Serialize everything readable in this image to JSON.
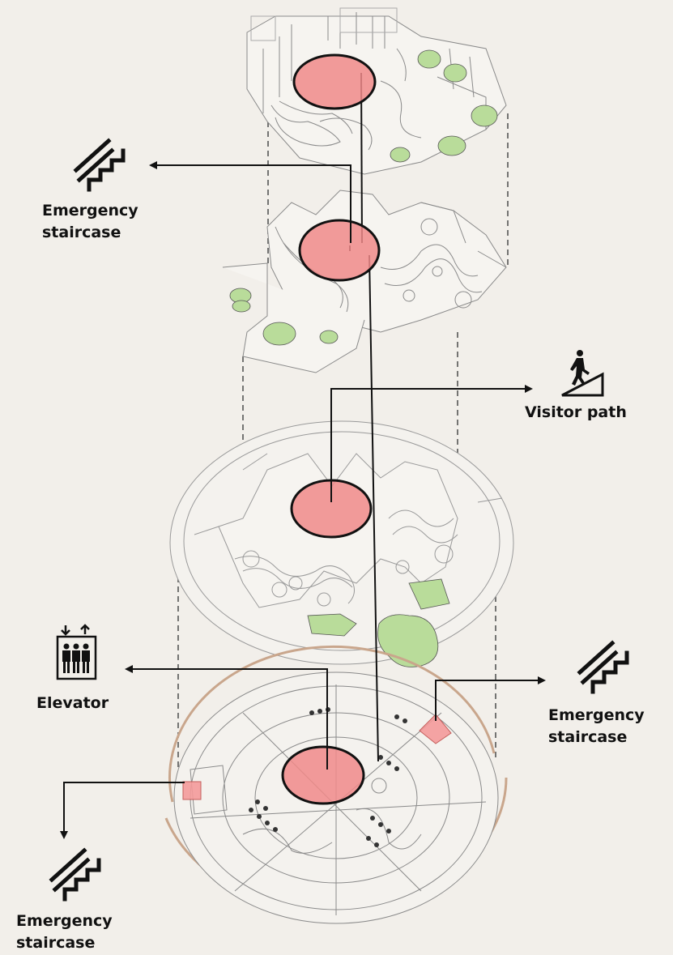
{
  "labels": {
    "stair_top_left": [
      "Emergency",
      "staircase"
    ],
    "visitor_path": "Visitor path",
    "elevator": "Elevator",
    "stair_right": [
      "Emergency",
      "staircase"
    ],
    "stair_bottom_left": [
      "Emergency",
      "staircase"
    ]
  },
  "icons": {
    "stair_top_left": "emergency-staircase-icon",
    "visitor_path": "visitor-path-icon",
    "elevator": "elevator-icon",
    "stair_right": "emergency-staircase-icon",
    "stair_bottom_left": "emergency-staircase-icon"
  },
  "colors": {
    "background": "#f2efea",
    "core_highlight": "#f08a8a",
    "stair_highlight": "#f49b9b",
    "planting": "#b9dc9a",
    "linework": "#6b6b6b",
    "leader": "#111111",
    "facade": "#c9a68c"
  }
}
